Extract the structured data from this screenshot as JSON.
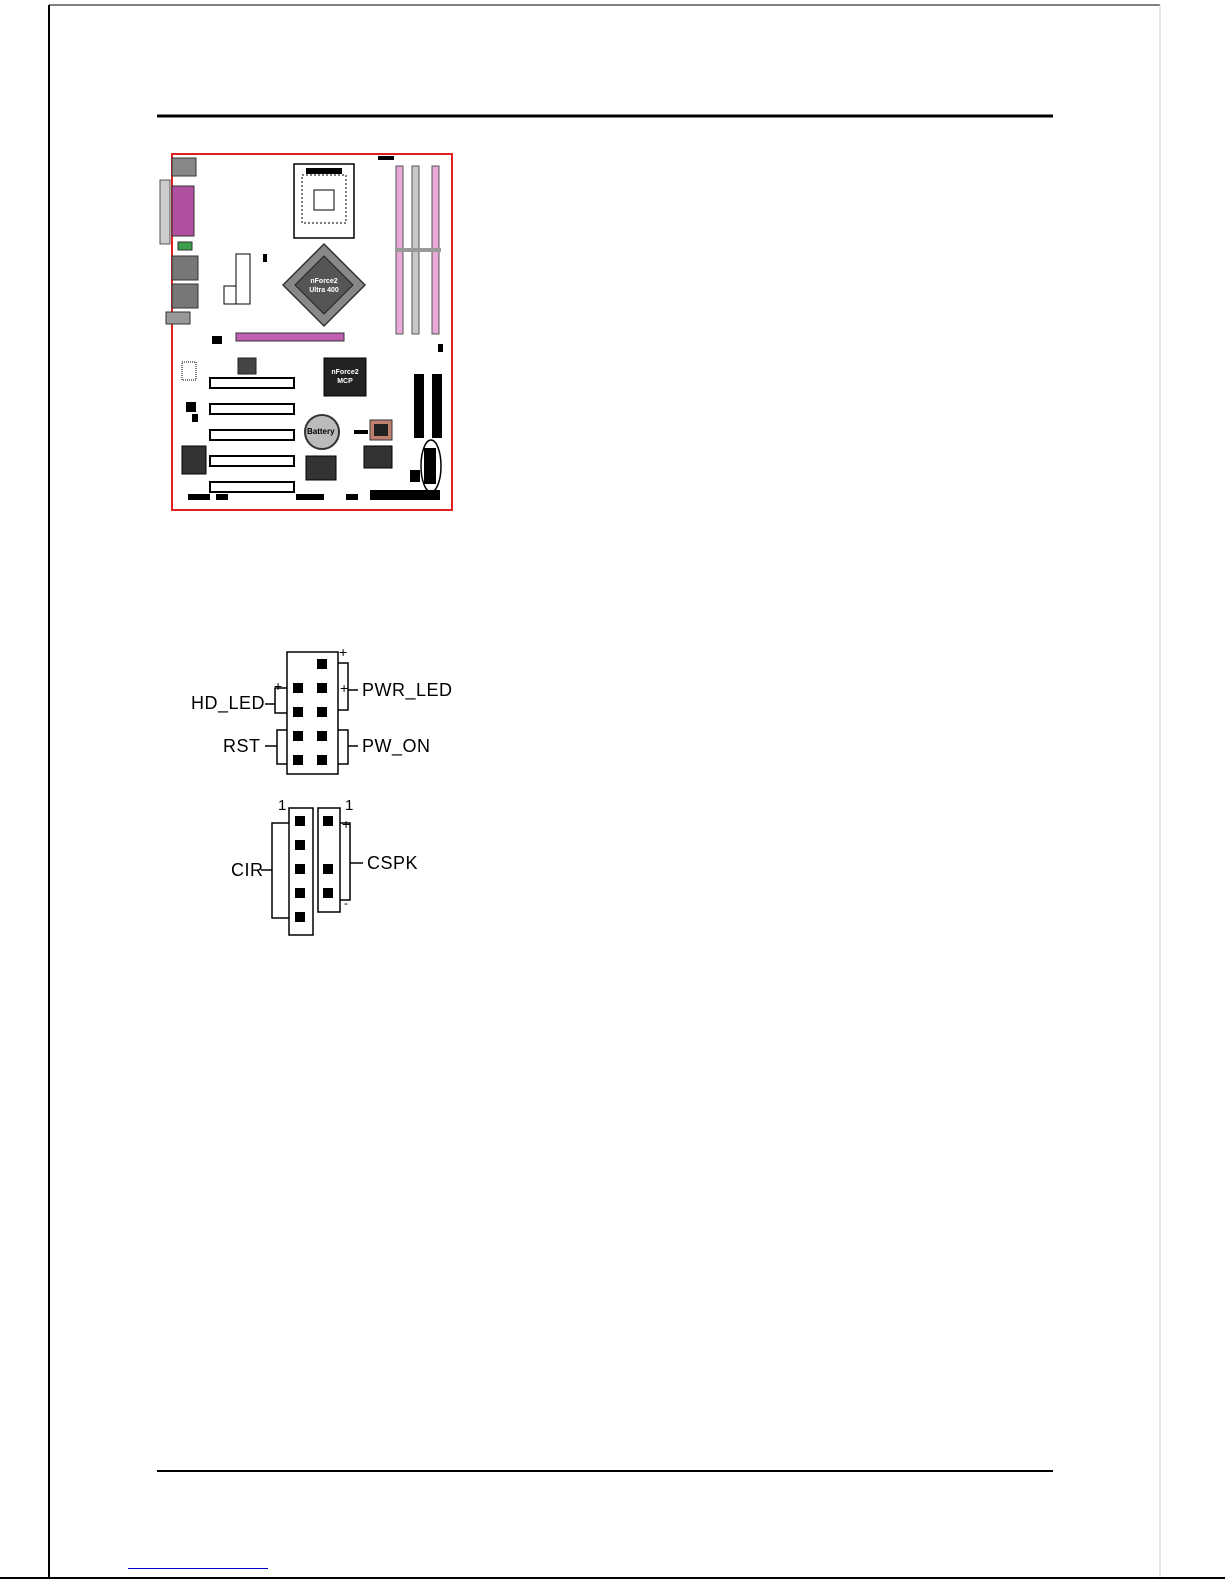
{
  "board": {
    "northbridge_label": [
      "nForce2",
      "Ultra 400"
    ],
    "southbridge_label": [
      "nForce2",
      "MCP"
    ],
    "battery_label": "Battery"
  },
  "panel_connector": {
    "plus": "+",
    "left_labels": {
      "hd_led": "HD_LED",
      "rst": "RST"
    },
    "right_labels": {
      "pwr_led": "PWR_LED",
      "pw_on": "PW_ON"
    }
  },
  "ir_connector": {
    "pin_one": "1",
    "plus": "+",
    "minus": "-",
    "cir_label": "CIR",
    "cspk_label": "CSPK"
  },
  "colors": {
    "board_outline": "#e02020",
    "dimm_pink": "#e8a8d8",
    "agp_slot": "#c060b0",
    "link": "#0000cc"
  }
}
